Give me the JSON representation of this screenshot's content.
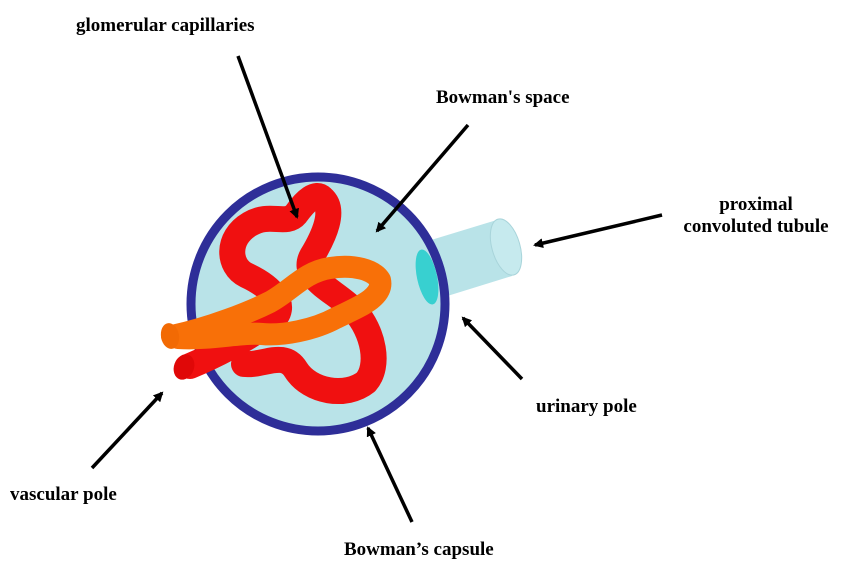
{
  "labels": {
    "glomerular_capillaries": "glomerular capillaries",
    "bowmans_space": "Bowman's space",
    "proximal_line1": "proximal",
    "proximal_line2": "convoluted tubule",
    "urinary_pole": "urinary pole",
    "vascular_pole": "vascular pole",
    "bowmans_capsule": "Bowman’s capsule"
  },
  "colors": {
    "capsule_outline": "#2e2e98",
    "bowmans_space_fill": "#b9e3e8",
    "tubule_fill": "#b9e3e8",
    "urinary_opening": "#38d0d0",
    "glomerular_capillaries": "#f01010",
    "afferent_vessel": "#f87008",
    "arrows": "#000000"
  }
}
